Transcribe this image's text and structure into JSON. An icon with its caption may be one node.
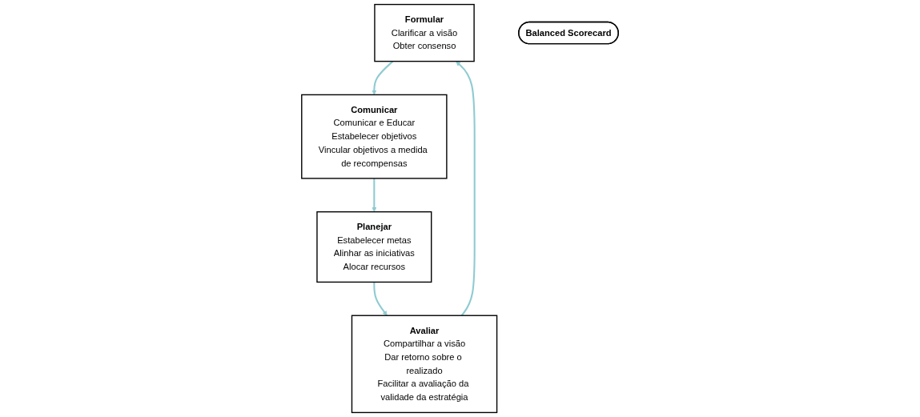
{
  "diagram": {
    "nodes": [
      {
        "text": [
          "Formular",
          "Clarificar a visão",
          "Obter consenso"
        ]
      },
      {
        "text": [
          "Comunicar",
          "Comunicar e Educar",
          "Estabelecer objetivos",
          "Vincular objetivos a medida de recompensas"
        ]
      },
      {
        "text": [
          "Balanced Scorecard"
        ]
      },
      {
        "text": [
          "Avaliar",
          "Compartilhar a visão",
          "Dar retorno sobre o realizado",
          "Facilitar a avaliação da validade da estratégia"
        ]
      },
      {
        "text": [
          "Planejar",
          "Estabelecer metas",
          "Alinhar as iniciativas",
          "Alocar recursos"
        ]
      }
    ],
    "edges": [
      {
        "from": 0,
        "to": 1,
        "arrow": "to"
      },
      {
        "from": 1,
        "to": 4,
        "arrow": "to"
      },
      {
        "from": 4,
        "to": 3,
        "arrow": "to"
      },
      {
        "from": 3,
        "to": 0,
        "arrow": "to"
      }
    ]
  }
}
